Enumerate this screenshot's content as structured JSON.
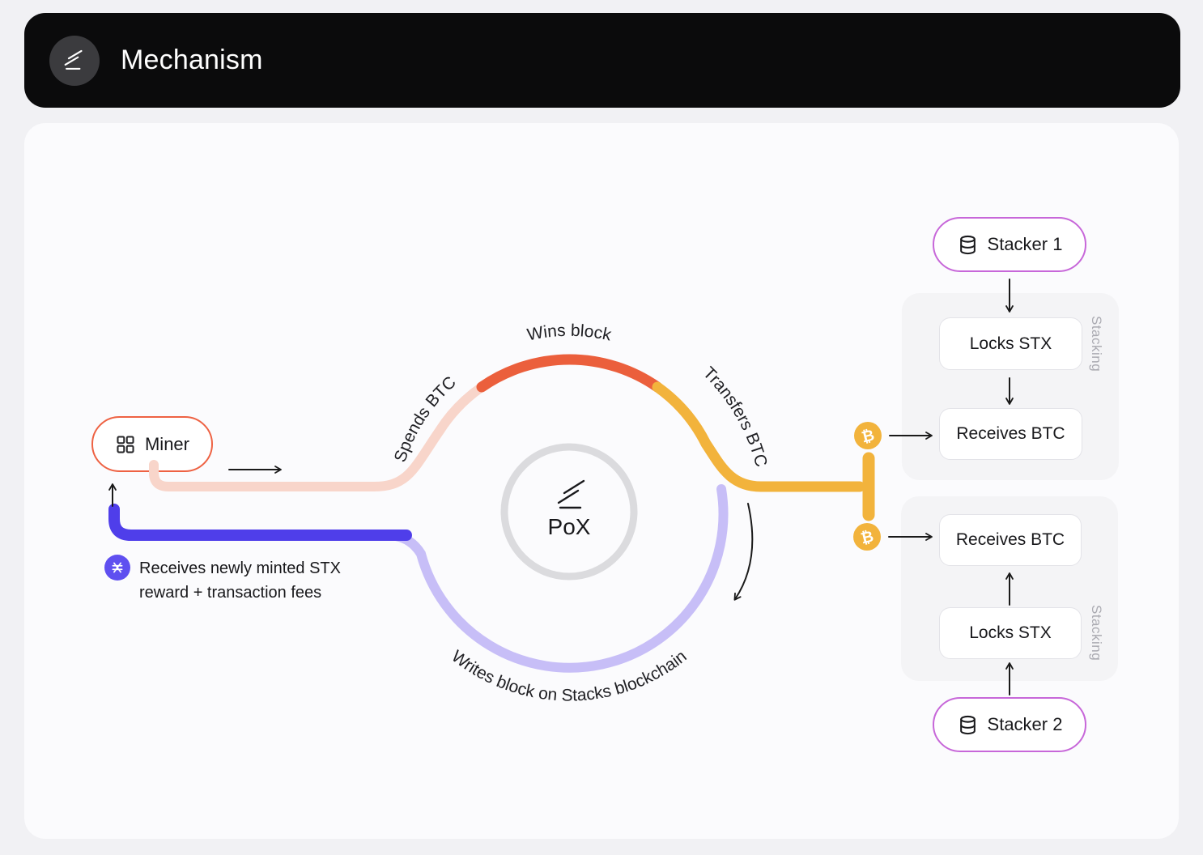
{
  "header": {
    "title": "Mechanism"
  },
  "diagram": {
    "center_label": "PoX",
    "labels": {
      "wins": "Wins block",
      "spends": "Spends BTC",
      "transfers": "Transfers BTC",
      "writes": "Writes block on Stacks blockchain"
    },
    "miner": {
      "label": "Miner"
    },
    "reward_note": {
      "line1": "Receives newly minted STX",
      "line2": "reward + transaction fees"
    },
    "stacker1": {
      "label": "Stacker 1"
    },
    "stacker2": {
      "label": "Stacker 2"
    },
    "panel1": {
      "side_label": "Stacking",
      "box1": "Locks STX",
      "box2": "Receives BTC"
    },
    "panel2": {
      "side_label": "Stacking",
      "box1": "Receives BTC",
      "box2": "Locks STX"
    },
    "bitcoin_symbol": "₿"
  },
  "colors": {
    "header_bg": "#0B0B0C",
    "page_bg": "#F1F1F4",
    "canvas_bg": "#FBFBFD",
    "miner_border": "#EE6243",
    "stacker_border": "#C767D9",
    "arc_red": "#EB5F3C",
    "arc_yellow": "#F2B33C",
    "arc_pink": "#F8D5CA",
    "arc_purple": "#C7BEF7",
    "line_blue": "#4F3EEA",
    "stx_badge": "#5F4FF0",
    "bitcoin_coin": "#F2B33C"
  }
}
